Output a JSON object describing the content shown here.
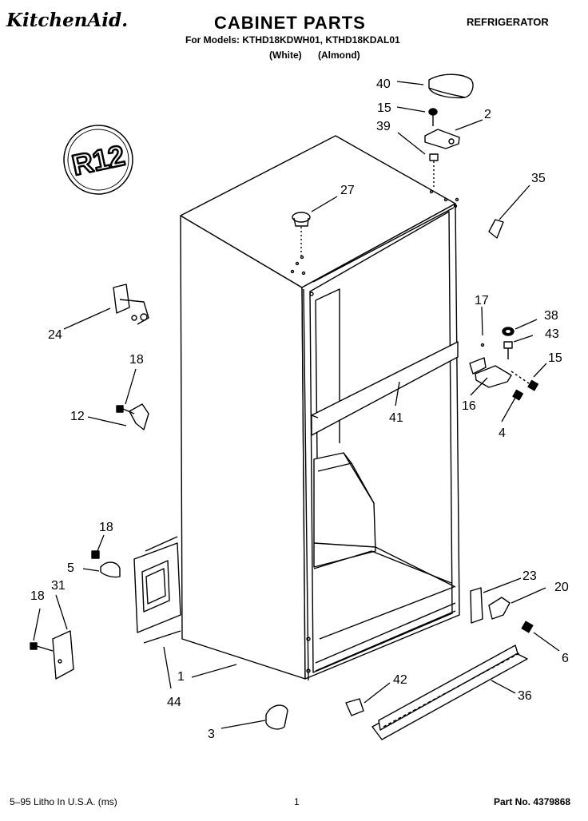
{
  "header": {
    "brand": "KitchenAid.",
    "title": "CABINET PARTS",
    "category": "REFRIGERATOR",
    "models_line": "For Models: KTHD18KDWH01, KTHD18KDAL01",
    "variant_white": "(White)",
    "variant_almond": "(Almond)"
  },
  "badge": {
    "text": "R12"
  },
  "callouts": [
    {
      "id": "c40",
      "label": "40"
    },
    {
      "id": "c15a",
      "label": "15"
    },
    {
      "id": "c2",
      "label": "2"
    },
    {
      "id": "c39",
      "label": "39"
    },
    {
      "id": "c27",
      "label": "27"
    },
    {
      "id": "c35",
      "label": "35"
    },
    {
      "id": "c24",
      "label": "24"
    },
    {
      "id": "c18a",
      "label": "18"
    },
    {
      "id": "c12",
      "label": "12"
    },
    {
      "id": "c17",
      "label": "17"
    },
    {
      "id": "c38",
      "label": "38"
    },
    {
      "id": "c43",
      "label": "43"
    },
    {
      "id": "c15b",
      "label": "15"
    },
    {
      "id": "c41",
      "label": "41"
    },
    {
      "id": "c16",
      "label": "16"
    },
    {
      "id": "c4",
      "label": "4"
    },
    {
      "id": "c18b",
      "label": "18"
    },
    {
      "id": "c5",
      "label": "5"
    },
    {
      "id": "c18c",
      "label": "18"
    },
    {
      "id": "c31",
      "label": "31"
    },
    {
      "id": "c23",
      "label": "23"
    },
    {
      "id": "c20",
      "label": "20"
    },
    {
      "id": "c6",
      "label": "6"
    },
    {
      "id": "c1",
      "label": "1"
    },
    {
      "id": "c44",
      "label": "44"
    },
    {
      "id": "c42",
      "label": "42"
    },
    {
      "id": "c36",
      "label": "36"
    },
    {
      "id": "c3",
      "label": "3"
    }
  ],
  "footer": {
    "litho": "5–95 Litho In U.S.A. (ms)",
    "page": "1",
    "part_no": "Part No. 4379868"
  }
}
